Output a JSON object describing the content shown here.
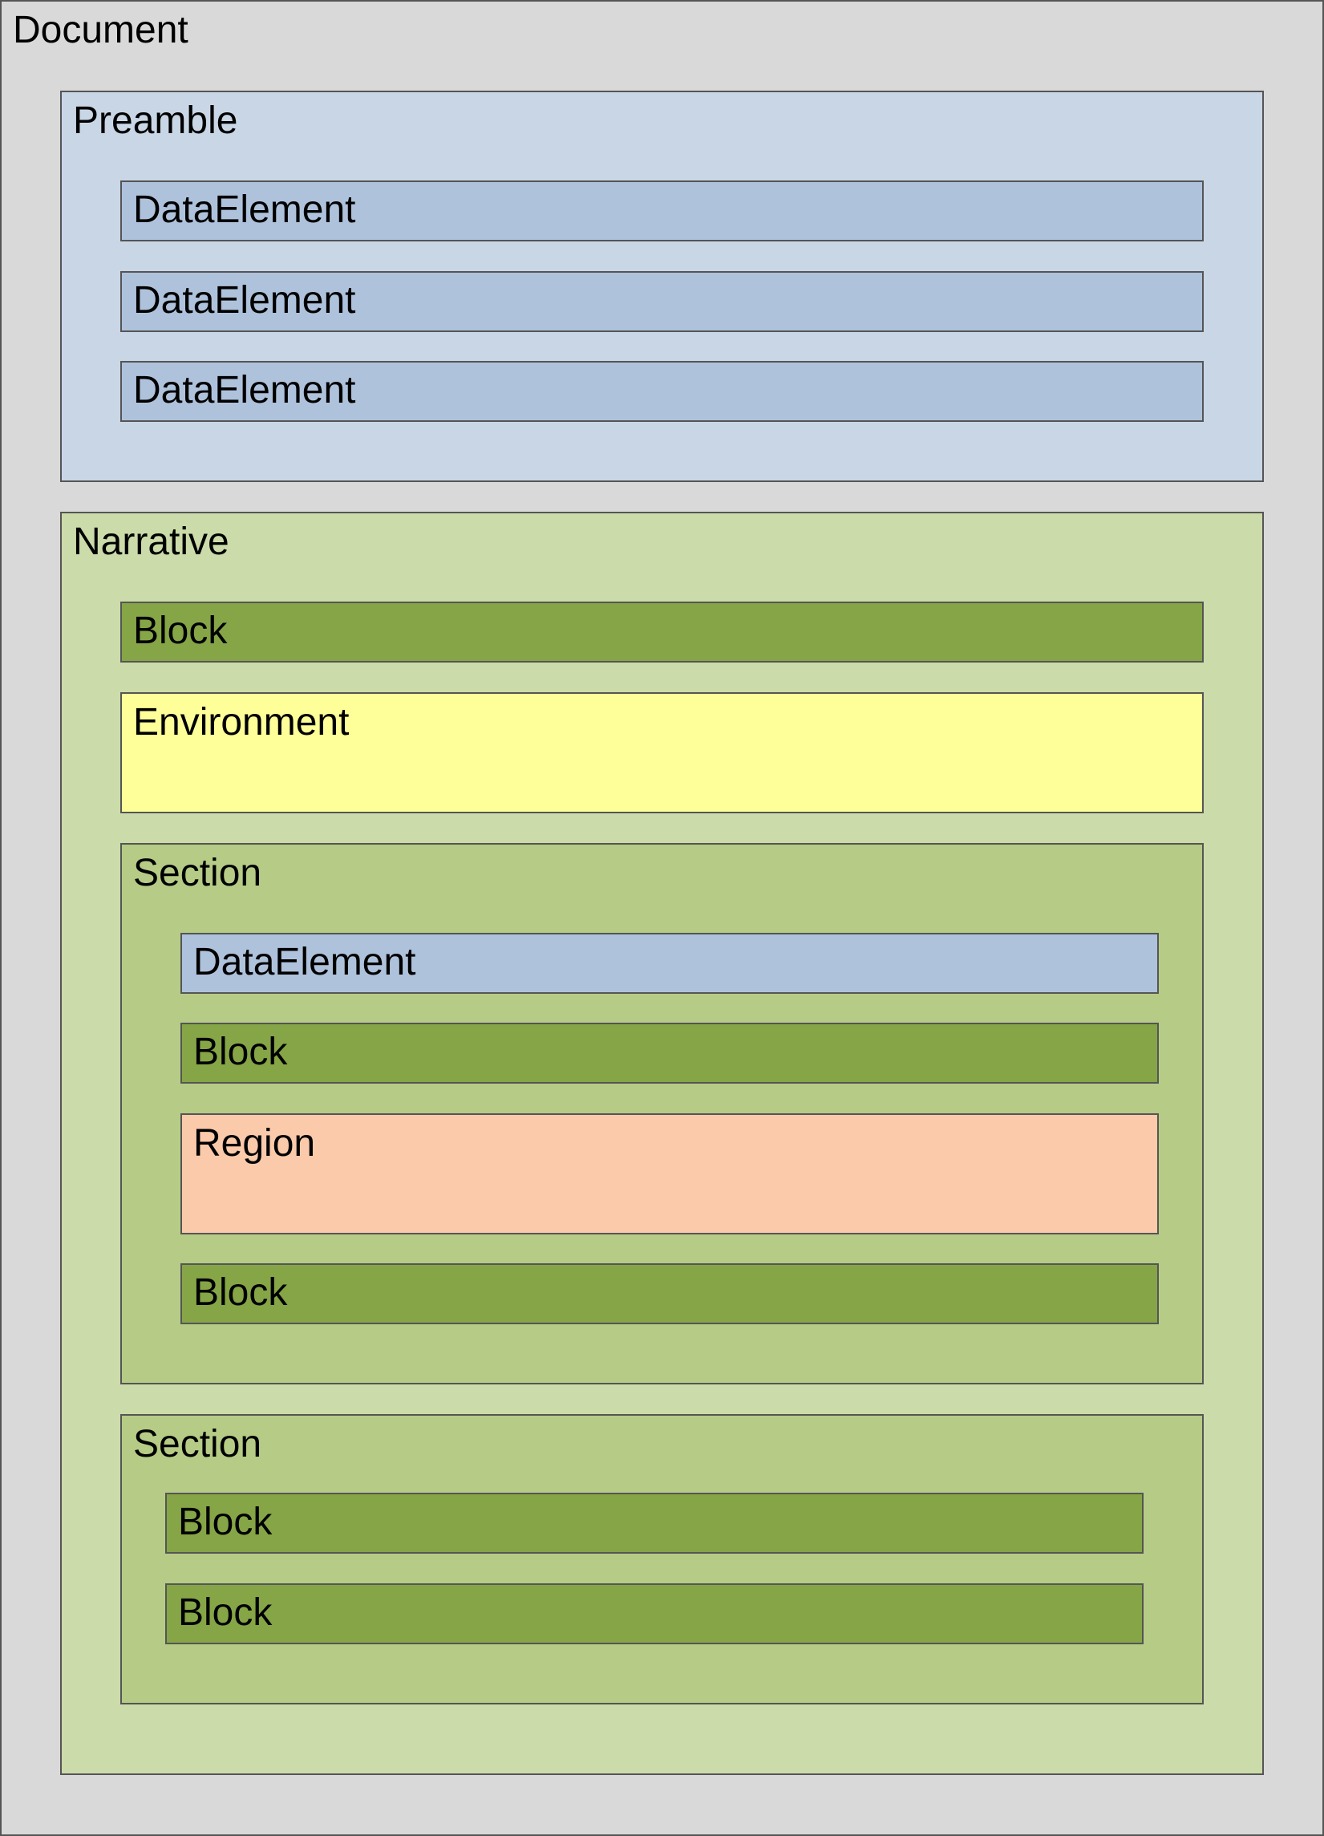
{
  "colors": {
    "document": "#d9d9d9",
    "preamble": "#c9d6e6",
    "data_element": "#afc2dc",
    "narrative": "#cbdba9",
    "section": "#b6cb85",
    "block": "#85a547",
    "environment": "#ffff99",
    "region": "#facaaa",
    "border": "#555555"
  },
  "document": {
    "label": "Document",
    "preamble": {
      "label": "Preamble",
      "items": [
        "DataElement",
        "DataElement",
        "DataElement"
      ]
    },
    "narrative": {
      "label": "Narrative",
      "block_label": "Block",
      "environment_label": "Environment",
      "sections": [
        {
          "label": "Section",
          "items": [
            "DataElement",
            "Block",
            "Region",
            "Block"
          ]
        },
        {
          "label": "Section",
          "items": [
            "Block",
            "Block"
          ]
        }
      ]
    }
  }
}
